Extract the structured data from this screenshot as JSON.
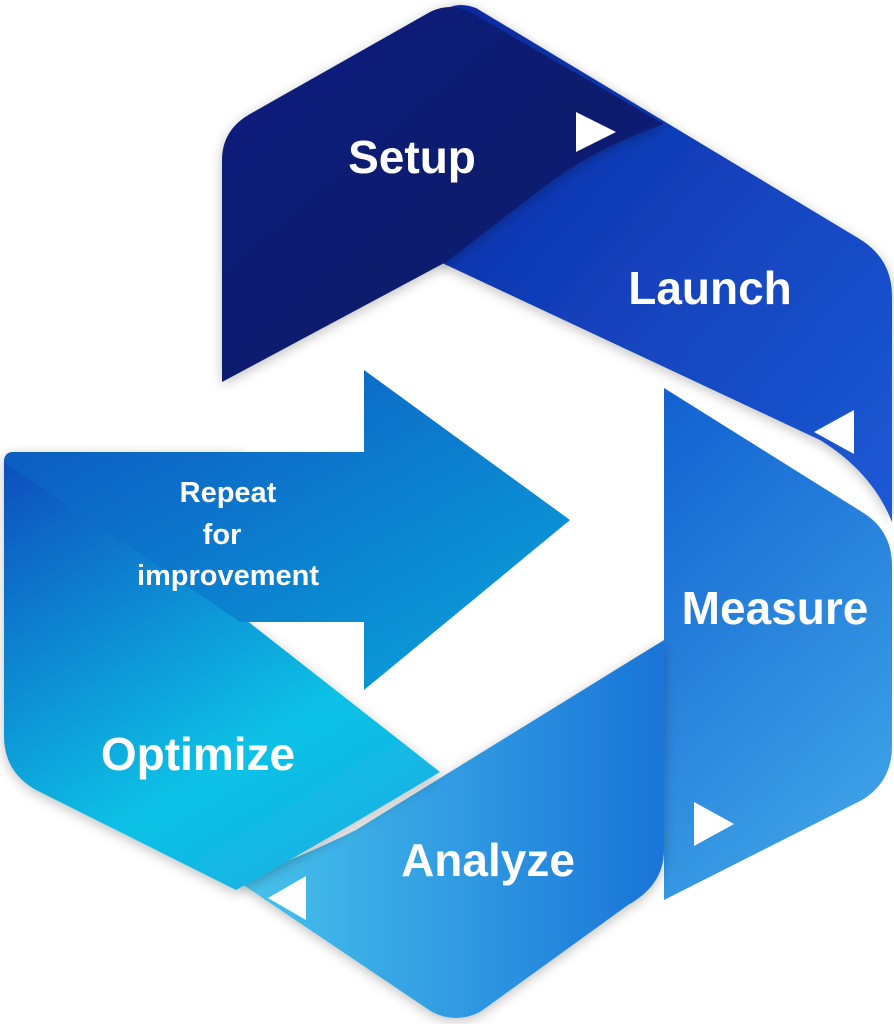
{
  "diagram": {
    "title": "Cycle diagram",
    "stages": [
      {
        "id": "setup",
        "label": "Setup"
      },
      {
        "id": "launch",
        "label": "Launch"
      },
      {
        "id": "measure",
        "label": "Measure"
      },
      {
        "id": "analyze",
        "label": "Analyze"
      },
      {
        "id": "optimize",
        "label": "Optimize"
      }
    ],
    "center_arrow": {
      "lines": [
        "Repeat",
        "for",
        "improvement"
      ]
    },
    "colors": {
      "setup_dark": "#0a1a70",
      "setup_light": "#0d2fa0",
      "launch_dark": "#0a2aa8",
      "launch_light": "#1a55d0",
      "measure_dark": "#1566d2",
      "measure_light": "#3a9fe6",
      "analyze_dark": "#1c78dc",
      "analyze_light": "#4cc0ea",
      "optimize_dark": "#0d47b8",
      "optimize_light": "#0fc4e6",
      "arrow_dark": "#0d55c0",
      "arrow_light": "#0ba4dc",
      "text": "#ffffff"
    },
    "flow_markers": [
      "play-triangle-icon",
      "play-triangle-icon",
      "play-triangle-icon",
      "play-triangle-icon"
    ]
  }
}
